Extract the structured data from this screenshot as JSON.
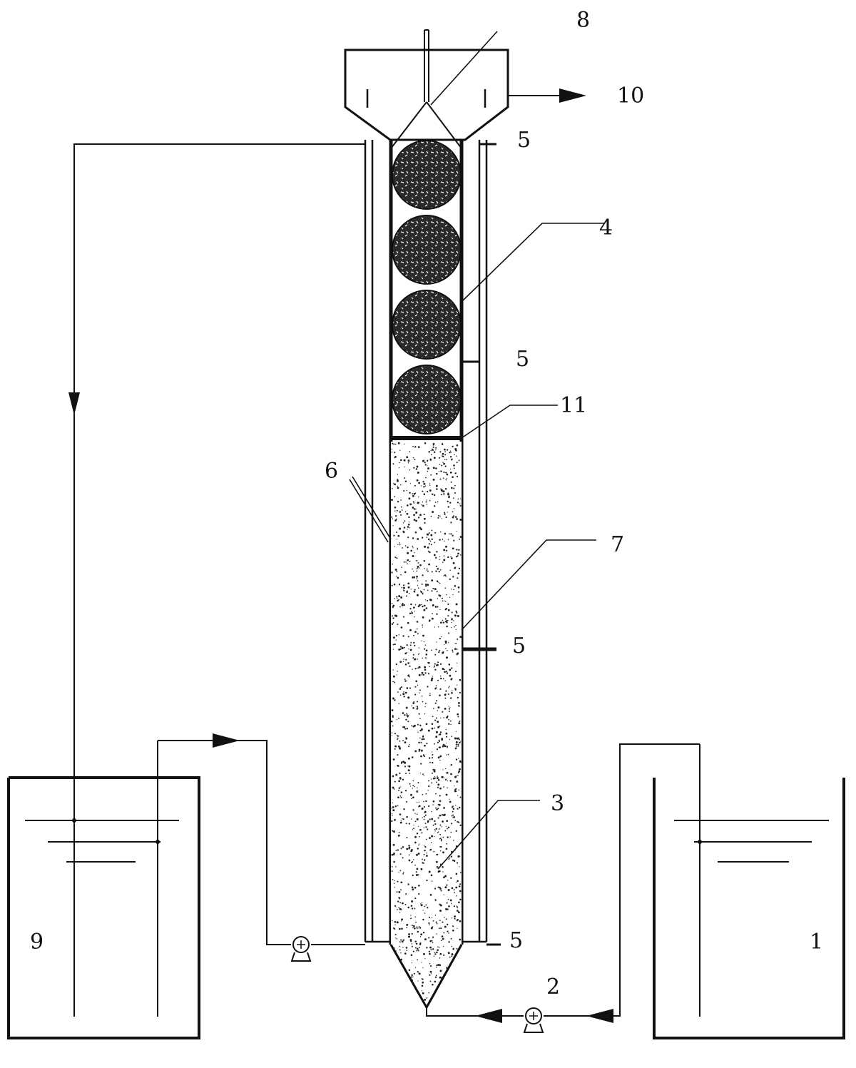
{
  "labels": {
    "l1": "1",
    "l2": "2",
    "l3": "3",
    "l4": "4",
    "l5_top": "5",
    "l5_upper_mid": "5",
    "l5_lower_mid": "5",
    "l5_bottom": "5",
    "l6": "6",
    "l7": "7",
    "l8": "8",
    "l9": "9",
    "l10": "10",
    "l11": "11"
  },
  "colors": {
    "line": "#111111",
    "media_ball": "#2a2a2a",
    "sand_dot": "#222222",
    "background": "#ffffff"
  }
}
